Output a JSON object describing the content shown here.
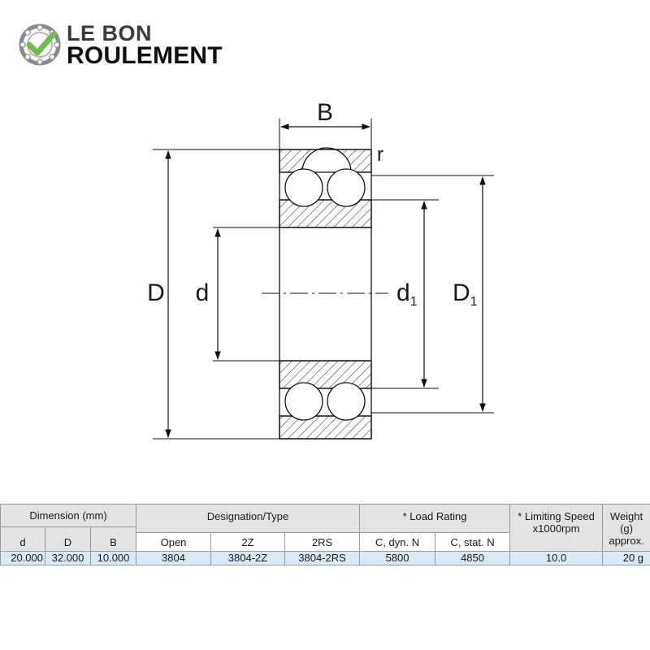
{
  "brand": {
    "line1": "LE BON",
    "line2": "ROULEMENT",
    "colors": {
      "check": "#6cc04a",
      "ring": "#8a8a8a",
      "text": "#111111"
    }
  },
  "drawing": {
    "labels": {
      "B": "B",
      "r": "r",
      "D": "D",
      "d": "d",
      "d1_main": "d",
      "d1_sub": "1",
      "D1_main": "D",
      "D1_sub": "1"
    }
  },
  "table": {
    "headers": {
      "dimension": "Dimension (mm)",
      "designation": "Designation/Type",
      "load_rating": "* Load Rating",
      "limiting_speed": "* Limiting Speed x1000rpm",
      "weight": "Weight (g) approx."
    },
    "subheaders": {
      "d": "d",
      "D": "D",
      "B": "B",
      "open": "Open",
      "z2": "2Z",
      "rs2": "2RS",
      "c_dyn": "C, dyn. N",
      "c_stat": "C, stat. N"
    },
    "row": {
      "d": "20.000",
      "D": "32.000",
      "B": "10.000",
      "open": "3804",
      "z2": "3804-2Z",
      "rs2": "3804-2RS",
      "c_dyn": "5800",
      "c_stat": "4850",
      "speed": "10.0",
      "weight": "20 g"
    },
    "colors": {
      "header_bg": "#e3e3e3",
      "data_bg": "#d7ebf7",
      "border": "#9a9a9a"
    }
  }
}
